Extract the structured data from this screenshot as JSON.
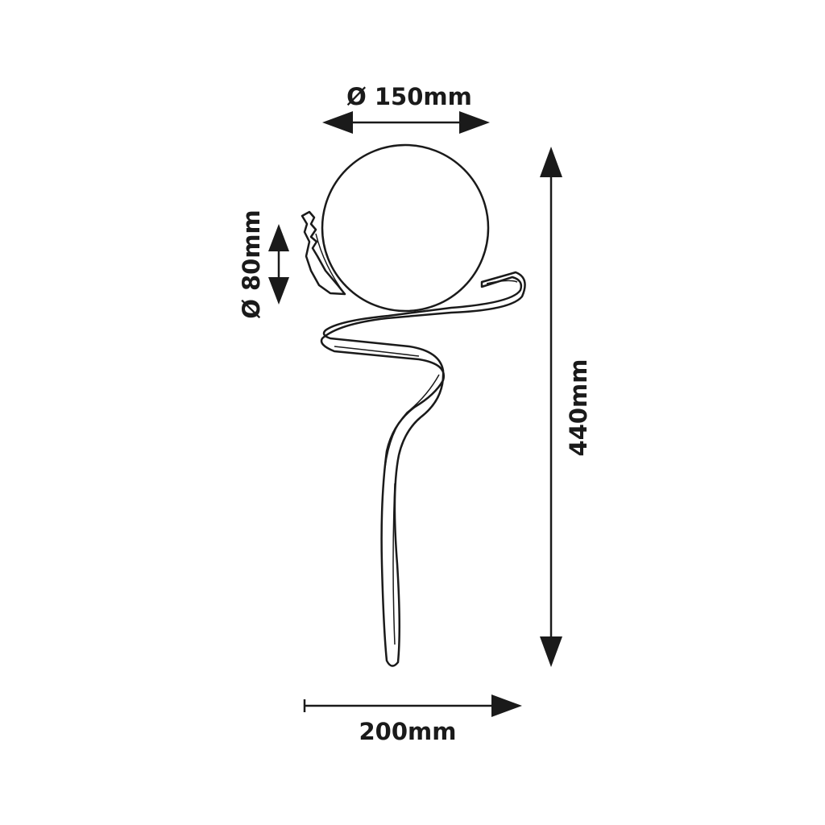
{
  "dimensions": {
    "globe_diameter": {
      "label": "Ø 150mm",
      "value_mm": 150
    },
    "mount_diameter": {
      "label": "Ø 80mm",
      "value_mm": 80
    },
    "height": {
      "label": "440mm",
      "value_mm": 440
    },
    "width": {
      "label": "200mm",
      "value_mm": 200
    }
  },
  "colors": {
    "line": "#1a1a1a",
    "background": "#ffffff"
  }
}
